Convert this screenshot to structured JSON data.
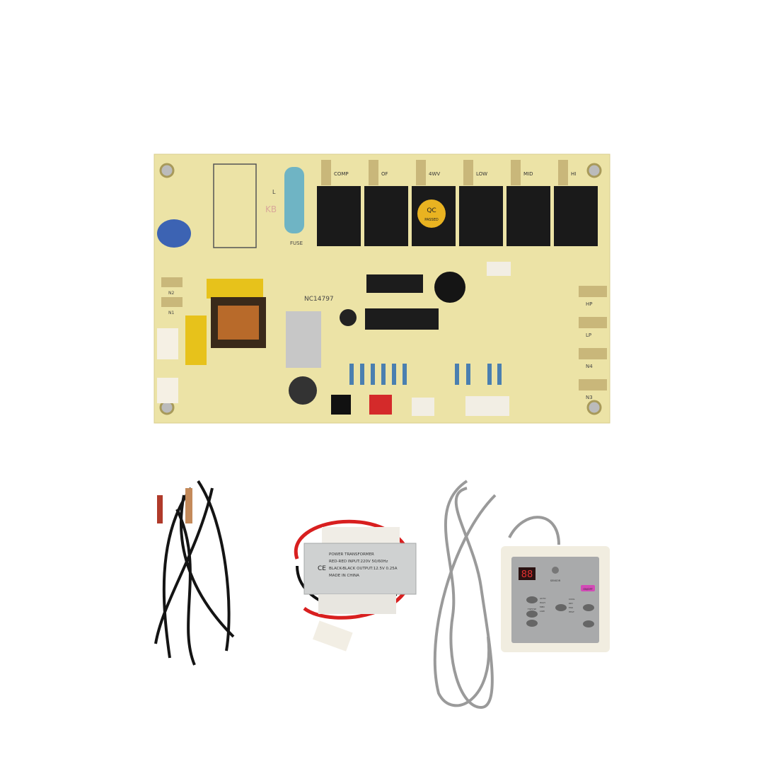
{
  "board": {
    "color": "#ece3a6",
    "relay_labels": [
      "COMP",
      "OF",
      "4WV",
      "LOW",
      "MID",
      "HI"
    ],
    "terminal_l": "L",
    "fuse_label": "FUSE",
    "qc_sticker": {
      "top": "QC",
      "bottom": "PASSED"
    },
    "serial": "NC14797",
    "right_terminals": [
      "HP",
      "LP",
      "N4",
      "N3"
    ],
    "left_terminals": [
      "N2",
      "N1"
    ],
    "brand_mark": "KB"
  },
  "transformer": {
    "line1": "POWER TRANSFORMER",
    "line2": "RED-RED INPUT:220V 50/60Hz",
    "line3": "BLACK-BLACK OUTPUT:12.5V 0.25A",
    "line4": "MADE IN CHINA",
    "ce_mark": "CE"
  },
  "remote": {
    "display": "88",
    "sensor_label": "SENSOR",
    "on_off": "ON/OFF",
    "left_modes": [
      "AUTO",
      "HIGH",
      "MED",
      "LOW"
    ],
    "right_modes": [
      "COOL",
      "DRY",
      "FAN",
      "HEAT"
    ],
    "tset_label": "TSET/SP"
  }
}
